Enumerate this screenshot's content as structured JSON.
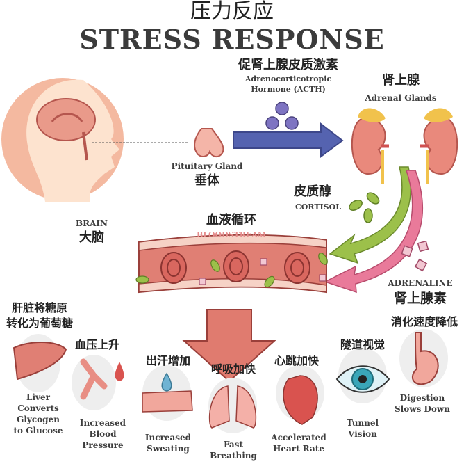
{
  "title": {
    "cn": "压力反应",
    "en": "STRESS RESPONSE"
  },
  "brain": {
    "en": "BRAIN",
    "cn": "大脑"
  },
  "pituitary": {
    "en": "Pituitary Gland",
    "cn": "垂体"
  },
  "acth": {
    "cn": "促肾上腺皮质激素",
    "en_line1": "Adrenocorticotropic",
    "en_line2": "Hormone (ACTH)"
  },
  "adrenal": {
    "cn": "肾上腺",
    "en": "Adrenal Glands"
  },
  "cortisol": {
    "cn": "皮质醇",
    "en": "CORTISOL"
  },
  "bloodstream": {
    "cn": "血液循环",
    "en": "BLOODSTREAM"
  },
  "adrenaline": {
    "en": "ADRENALINE",
    "cn": "肾上腺素"
  },
  "effects": [
    {
      "cn1": "肝脏将糖原",
      "cn2": "转化为葡萄糖",
      "en": [
        "Liver",
        "Converts",
        "Glycogen",
        "to Glucose"
      ]
    },
    {
      "cn1": "血压上升",
      "en": [
        "Increased",
        "Blood",
        "Pressure"
      ]
    },
    {
      "cn1": "出汗增加",
      "en": [
        "Increased",
        "Sweating"
      ]
    },
    {
      "cn1": "呼吸加快",
      "en": [
        "Fast",
        "Breathing"
      ]
    },
    {
      "cn1": "心跳加快",
      "en": [
        "Accelerated",
        "Heart Rate"
      ]
    },
    {
      "cn1": "隧道视觉",
      "en": [
        "Tunnel",
        "Vision"
      ]
    },
    {
      "cn1": "消化速度降低",
      "en": [
        "Digestion",
        "Slows Down"
      ]
    }
  ],
  "colors": {
    "acth_arrow": "#5563b0",
    "cortisol_arrow": "#9cc04a",
    "adrenaline_arrow": "#e97a9a",
    "vessel": "#e07f74",
    "down_arrow": "#e07b6f",
    "bloodstream_text": "#e58c8c"
  }
}
